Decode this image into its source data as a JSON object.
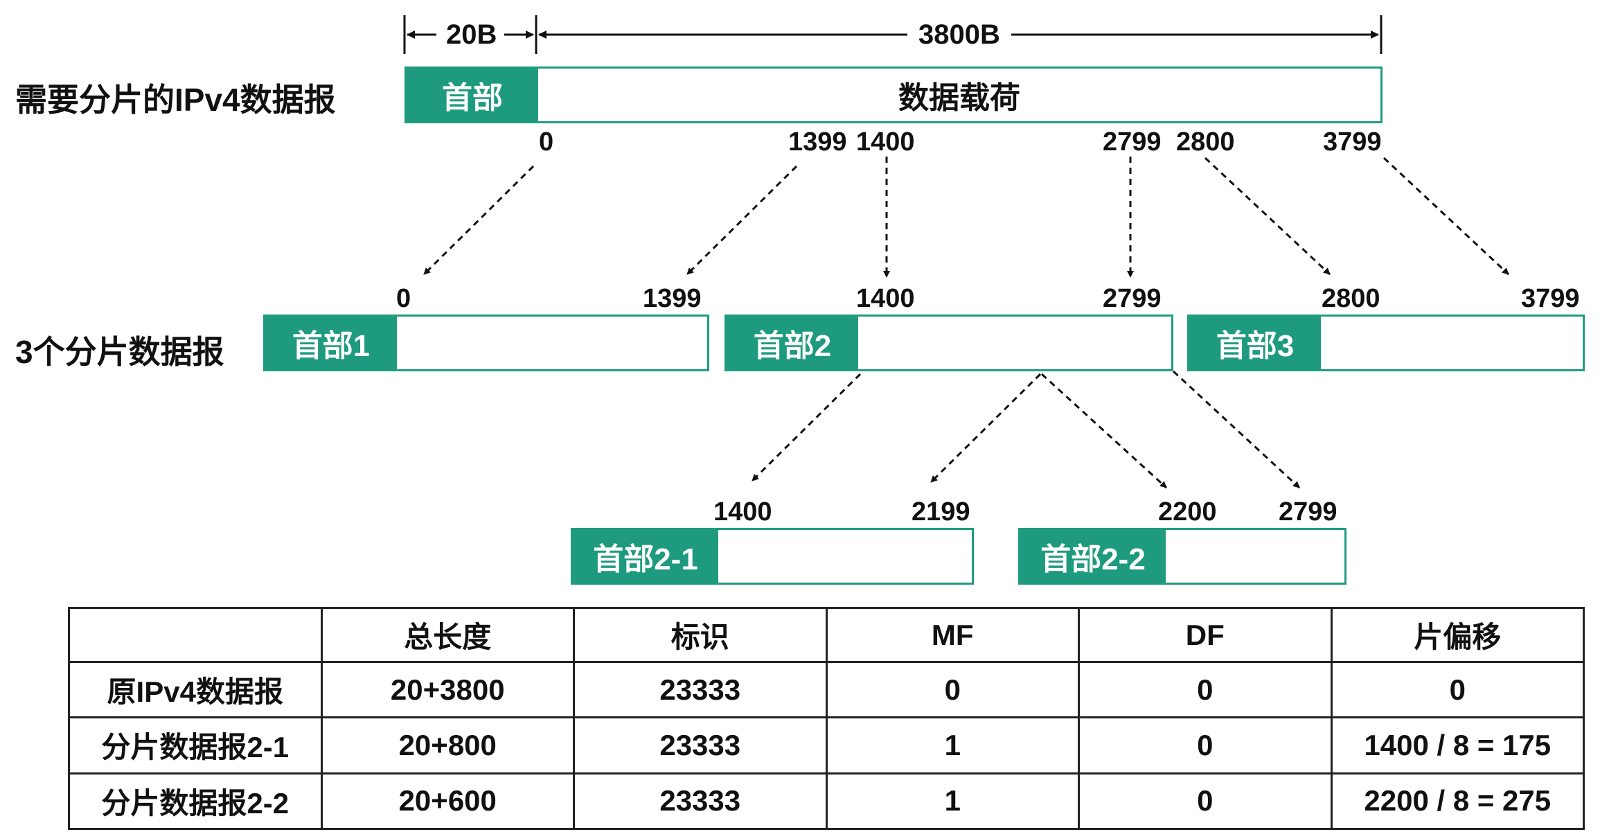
{
  "original": {
    "label": "需要分片的IPv4数据报",
    "header_size": "20B",
    "payload_size": "3800B",
    "header": "首部",
    "payload": "数据载荷",
    "offsets": [
      "0",
      "1399",
      "1400",
      "2799",
      "2800",
      "3799"
    ]
  },
  "fragments": {
    "label": "3个分片数据报",
    "items": [
      {
        "header": "首部1",
        "start": "0",
        "end": "1399"
      },
      {
        "header": "首部2",
        "start": "1400",
        "end": "2799"
      },
      {
        "header": "首部3",
        "start": "2800",
        "end": "3799"
      }
    ]
  },
  "subfragments": [
    {
      "header": "首部2-1",
      "start": "1400",
      "end": "2199"
    },
    {
      "header": "首部2-2",
      "start": "2200",
      "end": "2799"
    }
  ],
  "table": {
    "headers": [
      "",
      "总长度",
      "标识",
      "MF",
      "DF",
      "片偏移"
    ],
    "rows": [
      [
        "原IPv4数据报",
        "20+3800",
        "23333",
        "0",
        "0",
        "0"
      ],
      [
        "分片数据报2-1",
        "20+800",
        "23333",
        "1",
        "0",
        "1400 / 8 = 175"
      ],
      [
        "分片数据报2-2",
        "20+600",
        "23333",
        "1",
        "0",
        "2200 / 8 = 275"
      ]
    ]
  },
  "colors": {
    "header_fill": "#1e9a7e",
    "border": "#1f9c7f"
  }
}
